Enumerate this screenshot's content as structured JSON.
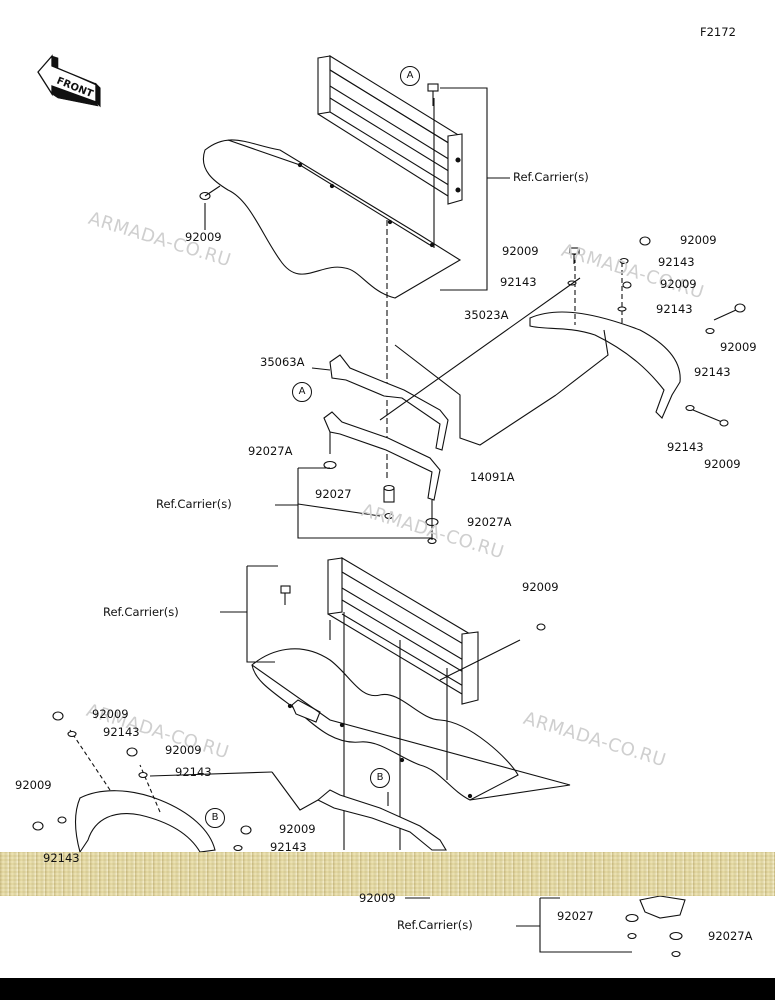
{
  "figure_code": "F2172",
  "front_arrow_text": "FRONT",
  "watermark_text": "ARMADA-CO.RU",
  "callouts": {
    "a": "A",
    "b": "B"
  },
  "labels": {
    "p92009_tl": "92009",
    "ref_carrier_top": "Ref.Carrier(s)",
    "p92009_r1": "92009",
    "p92009_r2": "92009",
    "p92143_r1": "92143",
    "p92143_r2": "92143",
    "p92009_r3": "92009",
    "p92143_r3": "92143",
    "p35023A": "35023A",
    "p92009_r4": "92009",
    "p92143_r4": "92143",
    "p35063A": "35063A",
    "p92143_r5": "92143",
    "p92009_r5": "92009",
    "p92027A_l": "92027A",
    "p14091A": "14091A",
    "p92027": "92027",
    "ref_carrier_mid": "Ref.Carrier(s)",
    "p92027A_r": "92027A",
    "p92009_m": "92009",
    "ref_carrier_low": "Ref.Carrier(s)",
    "p92009_l1": "92009",
    "p92143_l1": "92143",
    "p92009_l2": "92009",
    "p92143_l2": "92143",
    "p92009_l3": "92009",
    "p92143_l3": "92143",
    "p92009_l4": "92009",
    "p92143_l4": "92143",
    "p92009_bottom": "92009",
    "ref_carrier_bottom": "Ref.Carrier(s)",
    "p92027_bottom": "92027",
    "p92027A_bottom": "92027A"
  }
}
